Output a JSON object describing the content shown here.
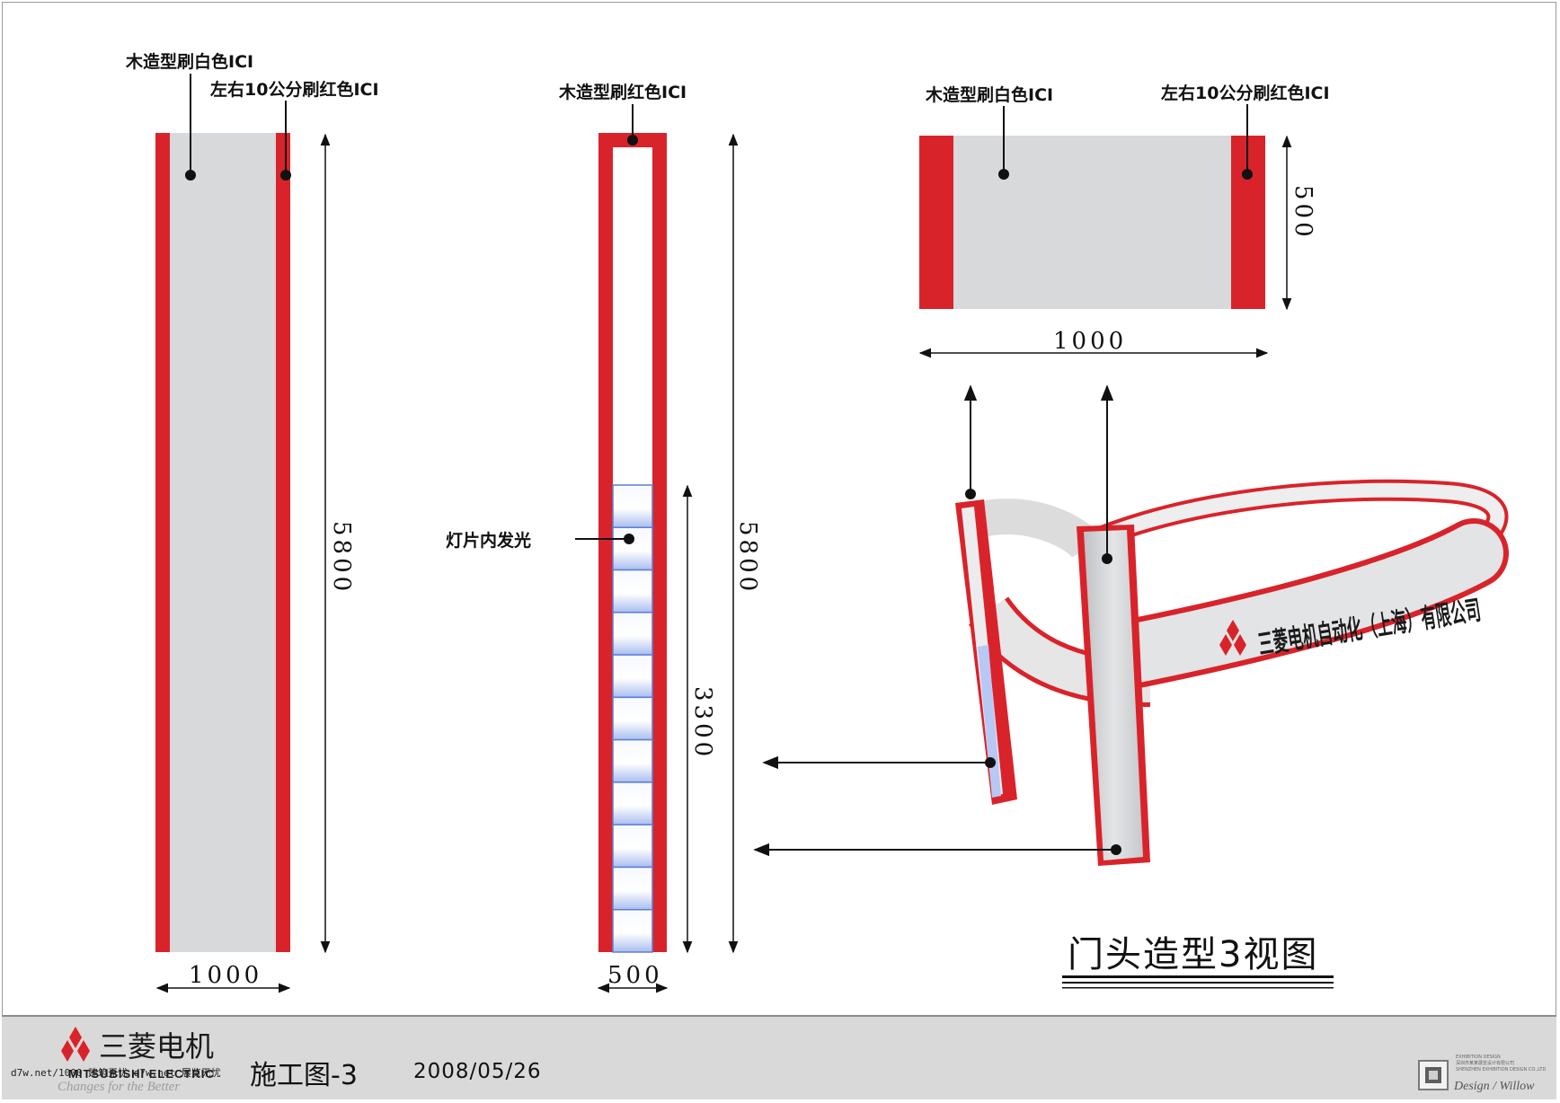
{
  "labels": {
    "front_white": "木造型刷白色ICI",
    "front_red_sides": "左右10公分刷红色ICI",
    "side_red": "木造型刷红色ICI",
    "glow": "灯片内发光",
    "top_white": "木造型刷白色ICI",
    "top_red_sides": "左右10公分刷红色ICI"
  },
  "dimensions": {
    "front_width": "1000",
    "front_height": "5800",
    "side_width": "500",
    "side_height": "5800",
    "glow_height": "3300",
    "top_width": "1000",
    "top_depth": "500"
  },
  "render_sign_text": "三菱电机自动化（上海）有限公司",
  "drawing_title": "门头造型3视图",
  "footer": {
    "brand_name": "三菱电机",
    "brand_en": "MITSUBISHI ELECTRIC",
    "slogan": "Changes for the Better",
    "watermark": "d7w.net/1000 建筑无忧 d7w.net 展览无忧",
    "sheet_name": "施工图-3",
    "sheet_date": "2008/05/26",
    "studio_lines": [
      "EXHIBITION DESIGN",
      "深圳市某某展览设计有限公司",
      "SHENZHEN EXHIBITION DESIGN CO.,LTD"
    ],
    "studio_sign": "Design / Willow"
  },
  "colors": {
    "red": "#d9232a",
    "white_panel": "#d8d9db",
    "light_blue": "#5b7fd6",
    "footer_bg": "#d9d9d9"
  }
}
